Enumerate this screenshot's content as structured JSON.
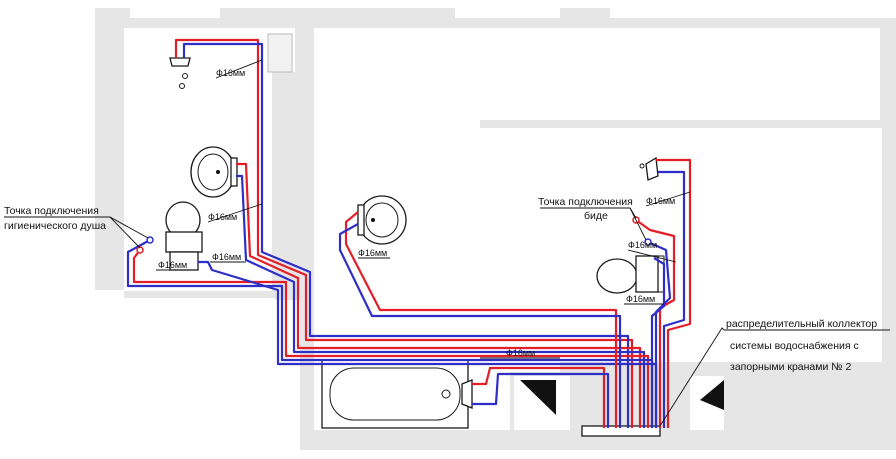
{
  "labels": {
    "hygienic_shower_point_line1": "Точка подключения",
    "hygienic_shower_point_line2": "гигиенического душа",
    "bidet_point_line1": "Точка подключения",
    "bidet_point_line2": "биде",
    "collector_line1": "распределительный коллектор",
    "collector_line2": "системы водоснабжения с",
    "collector_line3": "запорными кранами № 2"
  },
  "pipe_labels": [
    "Ф16мм",
    "Ф16мм",
    "Ф16мм",
    "Ф16мм",
    "Ф16мм",
    "Ф16мм",
    "Ф16мм",
    "Ф16мм",
    "Ф16мм"
  ],
  "colors": {
    "hot_pipe": "#e41e26",
    "cold_pipe": "#2e2ec8",
    "walls": "#e6e6e6",
    "background": "#ffffff"
  }
}
